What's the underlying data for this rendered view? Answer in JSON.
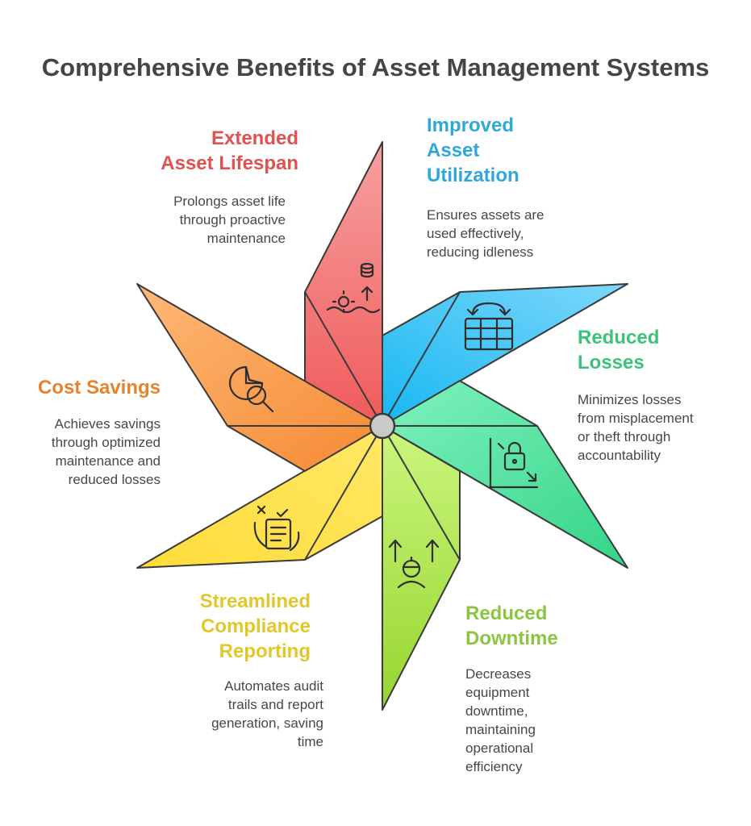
{
  "title": "Comprehensive Benefits of Asset Management Systems",
  "benefits": [
    {
      "id": "extended-asset-lifespan",
      "title_lines": [
        "Extended",
        "Asset Lifespan"
      ],
      "desc_lines": [
        "Prolongs asset life",
        "through proactive",
        "maintenance"
      ],
      "color": "#E0514F",
      "icon": "database-gears-arrow-icon"
    },
    {
      "id": "improved-asset-utilization",
      "title_lines": [
        "Improved",
        "Asset",
        "Utilization"
      ],
      "desc_lines": [
        "Ensures assets are",
        "used effectively,",
        "reducing idleness"
      ],
      "color": "#2FA7DA",
      "icon": "grid-rotate-icon"
    },
    {
      "id": "reduced-losses",
      "title_lines": [
        "Reduced",
        "Losses"
      ],
      "desc_lines": [
        "Minimizes losses",
        "from misplacement",
        "or theft through",
        "accountability"
      ],
      "color": "#3CC37A",
      "icon": "lock-chart-decline-icon"
    },
    {
      "id": "reduced-downtime",
      "title_lines": [
        "Reduced",
        "Downtime"
      ],
      "desc_lines": [
        "Decreases",
        "equipment",
        "downtime,",
        "maintaining",
        "operational",
        "efficiency"
      ],
      "color": "#8CC63F",
      "icon": "worker-arrows-up-icon"
    },
    {
      "id": "streamlined-compliance-reporting",
      "title_lines": [
        "Streamlined",
        "Compliance",
        "Reporting"
      ],
      "desc_lines": [
        "Automates audit",
        "trails and report",
        "generation, saving",
        "time"
      ],
      "color": "#E3C72A",
      "icon": "checklist-clipboard-icon"
    },
    {
      "id": "cost-savings",
      "title_lines": [
        "Cost Savings"
      ],
      "desc_lines": [
        "Achieves savings",
        "through optimized",
        "maintenance and",
        "reduced losses"
      ],
      "color": "#E7822F",
      "icon": "pie-chart-magnifier-icon"
    }
  ]
}
